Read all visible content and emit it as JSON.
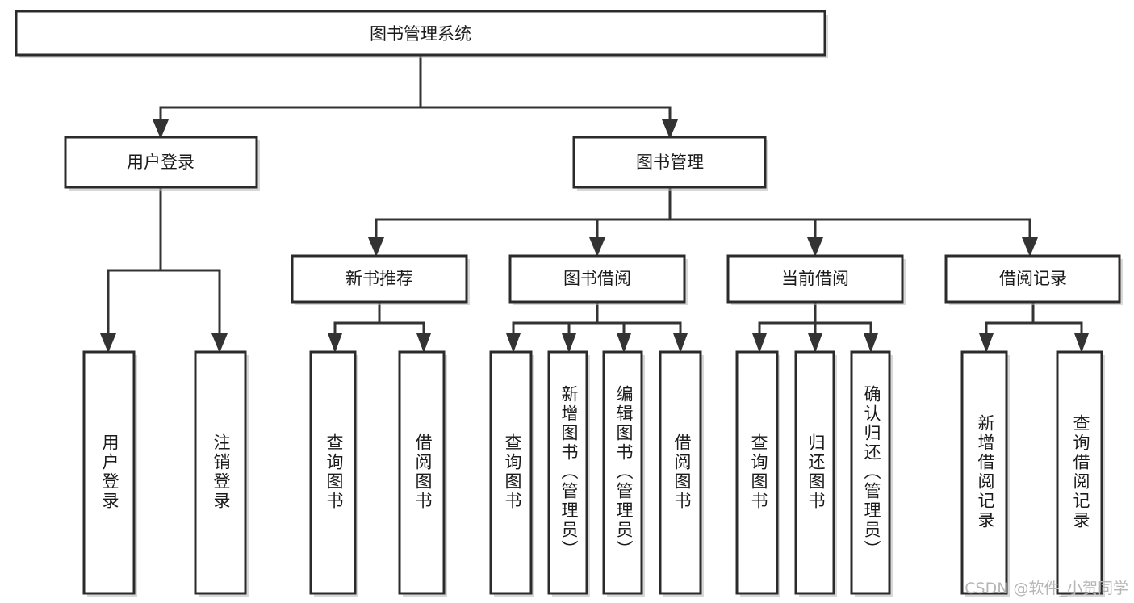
{
  "diagram": {
    "type": "tree",
    "title": "图书管理系统",
    "root": {
      "id": "root",
      "label": "图书管理系统"
    },
    "level2": [
      {
        "id": "user-login",
        "label": "用户登录"
      },
      {
        "id": "book-manage",
        "label": "图书管理"
      }
    ],
    "level3": [
      {
        "id": "new-book-recommend",
        "label": "新书推荐",
        "parent": "book-manage"
      },
      {
        "id": "book-borrow",
        "label": "图书借阅",
        "parent": "book-manage"
      },
      {
        "id": "current-borrow",
        "label": "当前借阅",
        "parent": "book-manage"
      },
      {
        "id": "borrow-record",
        "label": "借阅记录",
        "parent": "book-manage"
      }
    ],
    "leaves": {
      "user-login": [
        {
          "id": "leaf-user-login",
          "label": "用户登录"
        },
        {
          "id": "leaf-logout",
          "label": "注销登录"
        }
      ],
      "new-book-recommend": [
        {
          "id": "leaf-query-book-1",
          "label": "查询图书"
        },
        {
          "id": "leaf-borrow-book-1",
          "label": "借阅图书"
        }
      ],
      "book-borrow": [
        {
          "id": "leaf-query-book-2",
          "label": "查询图书"
        },
        {
          "id": "leaf-add-book",
          "label": "新增图书（管理员）"
        },
        {
          "id": "leaf-edit-book",
          "label": "编辑图书（管理员）"
        },
        {
          "id": "leaf-borrow-book-2",
          "label": "借阅图书"
        }
      ],
      "current-borrow": [
        {
          "id": "leaf-query-book-3",
          "label": "查询图书"
        },
        {
          "id": "leaf-return-book",
          "label": "归还图书"
        },
        {
          "id": "leaf-confirm-return",
          "label": "确认归还（管理员）"
        }
      ],
      "borrow-record": [
        {
          "id": "leaf-add-record",
          "label": "新增借阅记录"
        },
        {
          "id": "leaf-query-record",
          "label": "查询借阅记录"
        }
      ]
    }
  },
  "watermark": {
    "label": "CSDN @软件_小贺同学"
  },
  "colors": {
    "box_stroke": "#2b2b2b",
    "connector": "#333333",
    "text": "#1a1a1a",
    "background": "#ffffff",
    "watermark": "#b6b6b6"
  }
}
